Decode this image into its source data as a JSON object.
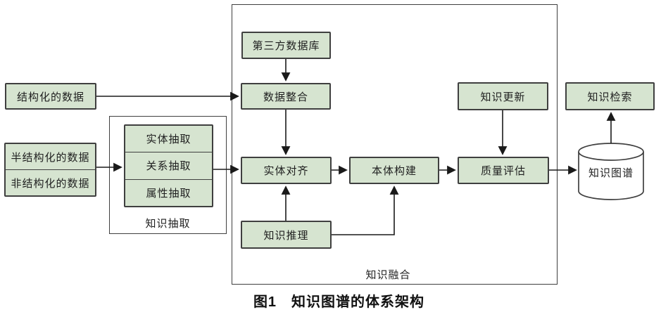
{
  "diagram": {
    "caption": "图1　知识图谱的体系架构",
    "inputs": {
      "structured": "结构化的数据",
      "semi_structured": "半结构化的数据",
      "unstructured": "非结构化的数据"
    },
    "knowledge_extraction": {
      "label": "知识抽取",
      "steps": [
        "实体抽取",
        "关系抽取",
        "属性抽取"
      ]
    },
    "knowledge_fusion": {
      "label": "知识融合",
      "third_party_db": "第三方数据库",
      "data_integration": "数据整合",
      "entity_alignment": "实体对齐",
      "ontology_construction": "本体构建",
      "knowledge_reasoning": "知识推理",
      "knowledge_update": "知识更新",
      "quality_assessment": "质量评估"
    },
    "outputs": {
      "knowledge_graph": "知识图谱",
      "knowledge_retrieval": "知识检索"
    },
    "colors": {
      "box_fill": "#d6e4d0",
      "box_border": "#3f3f3f",
      "line_color": "#1a1a1a",
      "background": "#ffffff"
    }
  }
}
